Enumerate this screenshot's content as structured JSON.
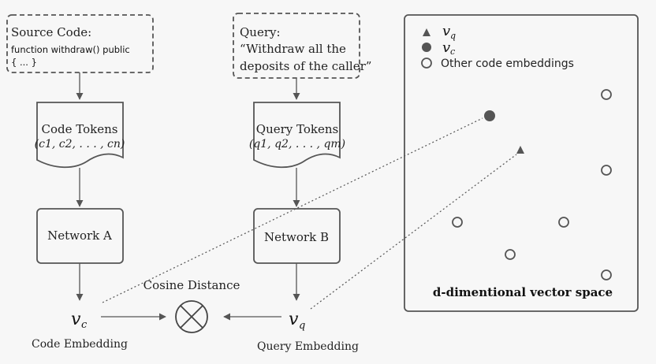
{
  "source_code": {
    "title": "Source Code:",
    "line1": "function withdraw() public",
    "line2": "{ ... }"
  },
  "query": {
    "title": "Query:",
    "line1": "“Withdraw all the",
    "line2": "deposits of the caller”"
  },
  "code_tokens": {
    "title": "Code Tokens",
    "seq": "(c1, c2, . . . , cn)"
  },
  "query_tokens": {
    "title": "Query Tokens",
    "seq": "(q1, q2, . . . , qm)"
  },
  "network_a": "Network A",
  "network_b": "Network B",
  "vc_symbol": "v",
  "vc_sub": "c",
  "vq_symbol": "v",
  "vq_sub": "q",
  "code_embedding": "Code Embedding",
  "query_embedding": "Query Embedding",
  "cosine_distance": "Cosine Distance",
  "legend": {
    "vq_label": "v",
    "vq_sub": "q",
    "vc_label": "v",
    "vc_sub": "c",
    "other_label": "Other code embeddings"
  },
  "space_title": "d-dimentional vector space",
  "colors": {
    "stroke": "#555555",
    "filled_point": "#555555",
    "background": "#f7f7f7"
  }
}
